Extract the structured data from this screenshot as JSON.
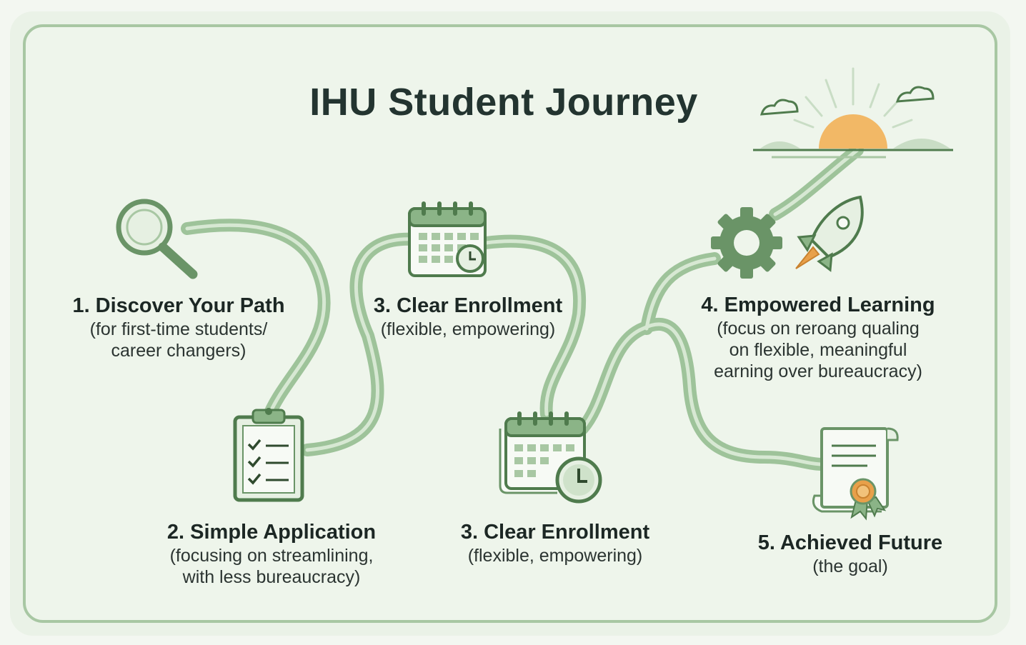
{
  "title": "IHU Student Journey",
  "colors": {
    "path": "#9ec39a",
    "path_highlight": "#d7e8d3",
    "icon_stroke": "#6a9467",
    "icon_fill": "#e6f0e2",
    "icon_dark": "#4f7b4d",
    "sun": "#f2b866",
    "accent_orange": "#e8a04a"
  },
  "steps": [
    {
      "head": "1. Discover Your Path",
      "sub": "(for first-time students/",
      "sub2": "career changers)",
      "icon": "magnifying-glass-icon"
    },
    {
      "head": "2. Simple Application",
      "sub": "(focusing on streamlining,",
      "sub2": "with less bureaucracy)",
      "icon": "clipboard-checklist-icon"
    },
    {
      "head": "3. Clear Enrollment",
      "sub": "(flexible, empowering)",
      "icon": "calendar-clock-icon"
    },
    {
      "head": "3. Clear Enrollment",
      "sub": "(flexible, empowering)",
      "icon": "calendar-clock-icon"
    },
    {
      "head": "4. Empowered Learning",
      "sub": "(focus on reroang qualing",
      "sub2": "on flexible, meaningful",
      "sub3": "earning over bureaucracy)",
      "icon": "gear-and-rocket-icon"
    },
    {
      "head": "5. Achieved Future",
      "sub": "(the goal)",
      "icon": "diploma-scroll-icon"
    }
  ],
  "decor": {
    "sunrise": "sunrise-icon"
  }
}
